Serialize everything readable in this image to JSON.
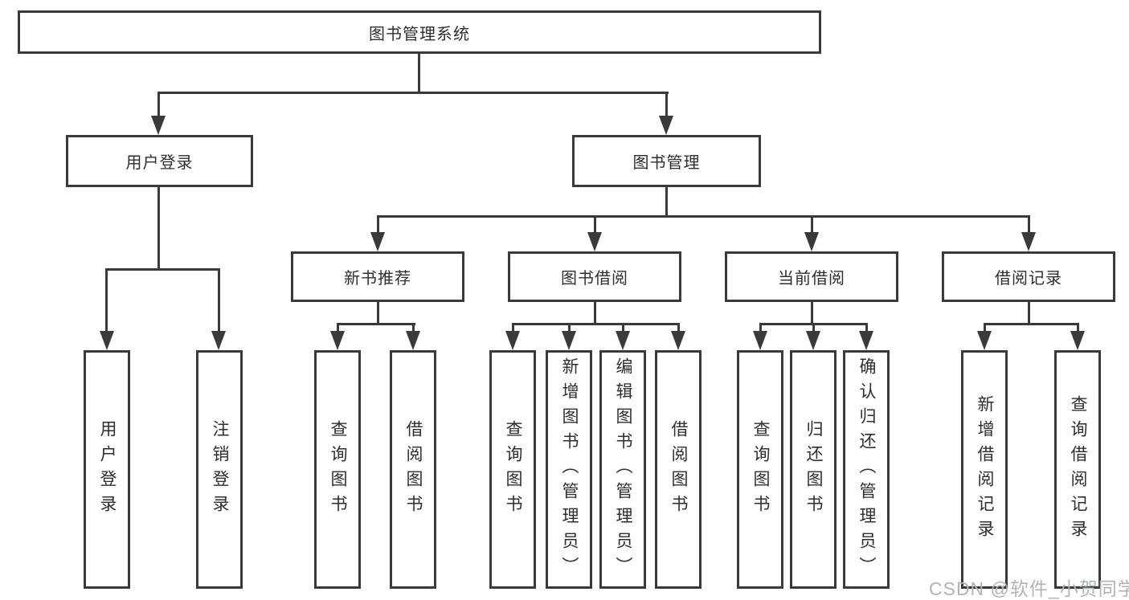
{
  "diagram": {
    "root": {
      "label": "图书管理系统"
    },
    "level2": {
      "user_login": {
        "label": "用户登录",
        "children": [
          {
            "label": "用户登录"
          },
          {
            "label": "注销登录"
          }
        ]
      },
      "book_mgmt": {
        "label": "图书管理"
      }
    },
    "level3": [
      {
        "label": "新书推荐",
        "children": [
          {
            "label": "查询图书"
          },
          {
            "label": "借阅图书"
          }
        ]
      },
      {
        "label": "图书借阅",
        "children": [
          {
            "label": "查询图书"
          },
          {
            "label": "新增图书（管理员）"
          },
          {
            "label": "编辑图书（管理员）"
          },
          {
            "label": "借阅图书"
          }
        ]
      },
      {
        "label": "当前借阅",
        "children": [
          {
            "label": "查询图书"
          },
          {
            "label": "归还图书"
          },
          {
            "label": "确认归还（管理员）"
          }
        ]
      },
      {
        "label": "借阅记录",
        "children": [
          {
            "label": "新增借阅记录"
          },
          {
            "label": "查询借阅记录"
          }
        ]
      }
    ]
  },
  "watermark": {
    "text": "CSDN @软件_小贺同学"
  },
  "colors": {
    "line": "#3a3a3a",
    "box_border": "#3a3a3a",
    "text": "#2e2e2e",
    "watermark": "#b0b3b7",
    "background": "#ffffff"
  }
}
